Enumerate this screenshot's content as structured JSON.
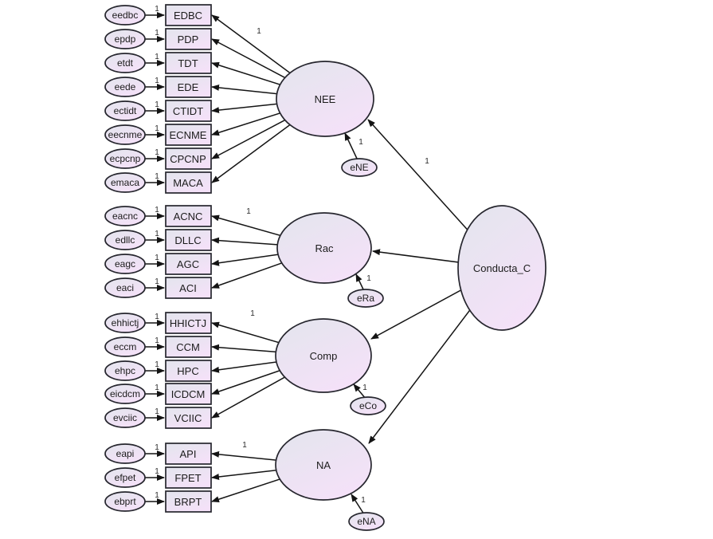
{
  "one": "1",
  "exogenous": {
    "label": "Conducta_C"
  },
  "factors": [
    {
      "label": "NEE",
      "error": "eNE"
    },
    {
      "label": "Rac",
      "error": "eRa"
    },
    {
      "label": "Comp",
      "error": "eCo"
    },
    {
      "label": "NA",
      "error": "eNA"
    }
  ],
  "rows": [
    {
      "error": "eedbc",
      "box": "EDBC"
    },
    {
      "error": "epdp",
      "box": "PDP"
    },
    {
      "error": "etdt",
      "box": "TDT"
    },
    {
      "error": "eede",
      "box": "EDE"
    },
    {
      "error": "ectidt",
      "box": "CTIDT"
    },
    {
      "error": "eecnme",
      "box": "ECNME"
    },
    {
      "error": "ecpcnp",
      "box": "CPCNP"
    },
    {
      "error": "emaca",
      "box": "MACA"
    },
    {
      "error": "eacnc",
      "box": "ACNC"
    },
    {
      "error": "edllc",
      "box": "DLLC"
    },
    {
      "error": "eagc",
      "box": "AGC"
    },
    {
      "error": "eaci",
      "box": "ACI"
    },
    {
      "error": "ehhictj",
      "box": "HHICTJ"
    },
    {
      "error": "eccm",
      "box": "CCM"
    },
    {
      "error": "ehpc",
      "box": "HPC"
    },
    {
      "error": "eicdcm",
      "box": "ICDCM"
    },
    {
      "error": "evciic",
      "box": "VCIIC"
    },
    {
      "error": "eapi",
      "box": "API"
    },
    {
      "error": "efpet",
      "box": "FPET"
    },
    {
      "error": "ebprt",
      "box": "BRPT"
    }
  ],
  "colors": {
    "node_fill_top": "#E3E5ED",
    "node_fill_bottom": "#F4E1F8",
    "node_border": "#26262E",
    "line": "#141414",
    "background": "#FFFFFF"
  }
}
